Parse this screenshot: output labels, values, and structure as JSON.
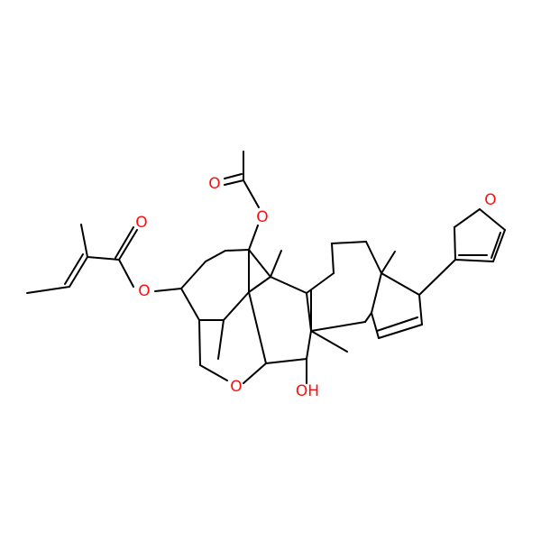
{
  "colors": {
    "bond": "#000000",
    "oxygen": "#ff0d0d",
    "background": "#ffffff"
  },
  "atom_labels": {
    "o_acetyl_carbonyl": "O",
    "o_acetyl_ester": "O",
    "o_angelate_carbonyl": "O",
    "o_angelate_ester": "O",
    "o_furan": "O",
    "o_ether_ring": "O",
    "oh_hydroxyl": "OH"
  }
}
